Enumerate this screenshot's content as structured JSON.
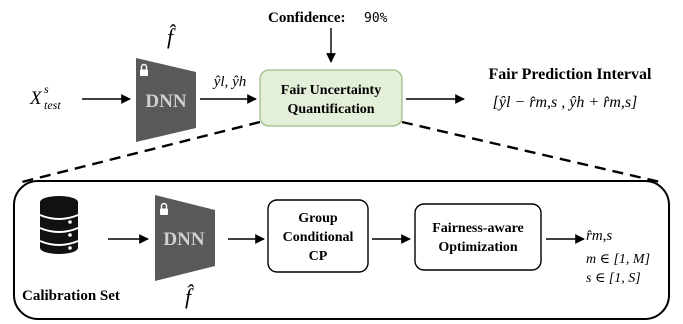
{
  "top": {
    "confidence_label": "Confidence:",
    "confidence_value": "90%",
    "model_symbol": "f̂",
    "dnn_label": "DNN",
    "input_var": "X",
    "input_sup": "s",
    "input_sub": "test",
    "output_pred": "ŷl, ŷh",
    "fuq_line1": "Fair Uncertainty",
    "fuq_line2": "Quantification",
    "interval_title": "Fair Prediction Interval",
    "interval_formula": "[ŷl − r̂m,s , ŷh + r̂m,s]"
  },
  "bottom": {
    "calibration_label": "Calibration Set",
    "dnn_label": "DNN",
    "model_symbol": "f̂",
    "gcp_line1": "Group",
    "gcp_line2": "Conditional",
    "gcp_line3": "CP",
    "fao_line1": "Fairness-aware",
    "fao_line2": "Optimization",
    "out_line1": "r̂m,s",
    "out_line2": "m ∈ [1, M]",
    "out_line3": "s ∈ [1, S]"
  },
  "colors": {
    "dnn_fill": "#595959",
    "fuq_fill": "#e4efd9",
    "fuq_stroke": "#9fbe86",
    "db_fill": "#111111"
  }
}
